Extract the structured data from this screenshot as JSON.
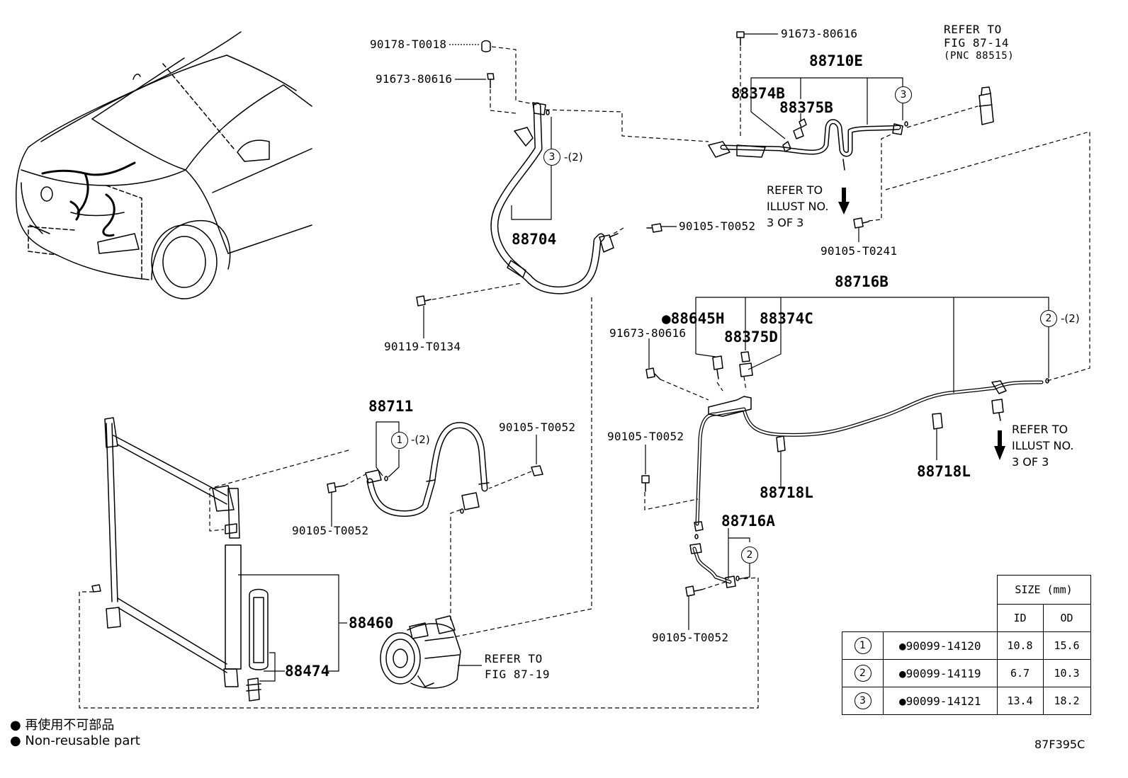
{
  "labels": {
    "p_90178_t0018": "90178-T0018",
    "p_91673_80616_a": "91673-80616",
    "p_91673_80616_b": "91673-80616",
    "p_91673_80616_c": "91673-80616",
    "p_88710e": "88710E",
    "p_88374b": "88374B",
    "p_88375b": "88375B",
    "p_88704": "88704",
    "p_90105_t0052_a": "90105-T0052",
    "p_90105_t0052_b": "90105-T0052",
    "p_90105_t0052_c": "90105-T0052",
    "p_90105_t0052_d": "90105-T0052",
    "p_90105_t0052_e": "90105-T0052",
    "p_90105_t0241": "90105-T0241",
    "p_90119_t0134": "90119-T0134",
    "p_88716b": "88716B",
    "p_88645h": "●88645H",
    "p_88374c": "88374C",
    "p_88375d": "88375D",
    "p_88711": "88711",
    "p_88718l_a": "88718L",
    "p_88718l_b": "88718L",
    "p_88716a": "88716A",
    "p_88460": "88460",
    "p_88474": "88474"
  },
  "refs": {
    "fig_87_14": [
      "REFER TO",
      "FIG 87-14",
      "(PNC 88515)"
    ],
    "illust_top": [
      "REFER TO",
      "ILLUST NO.",
      "3 OF 3"
    ],
    "illust_right": [
      "REFER TO",
      "ILLUST NO.",
      "3 OF 3"
    ],
    "fig_87_19": [
      "REFER TO",
      "FIG 87-19"
    ]
  },
  "callouts": {
    "c3_top": "3",
    "c3_top_qty": "(2)",
    "c3_88710e": "3",
    "c1_88711": "1",
    "c1_qty": "(2)",
    "c2_88716b": "2",
    "c2_qty": "(2)",
    "c2_88716a": "2"
  },
  "size_table": {
    "header": "SIZE (mm)",
    "id_label": "ID",
    "od_label": "OD",
    "rows": [
      {
        "ref": "1",
        "part": "●90099-14120",
        "id": "10.8",
        "od": "15.6"
      },
      {
        "ref": "2",
        "part": "●90099-14119",
        "id": "6.7",
        "od": "10.3"
      },
      {
        "ref": "3",
        "part": "●90099-14121",
        "id": "13.4",
        "od": "18.2"
      }
    ]
  },
  "legend": {
    "jp": "● 再使用不可部品",
    "en": "● Non-reusable part"
  },
  "figure_code": "87F395C"
}
